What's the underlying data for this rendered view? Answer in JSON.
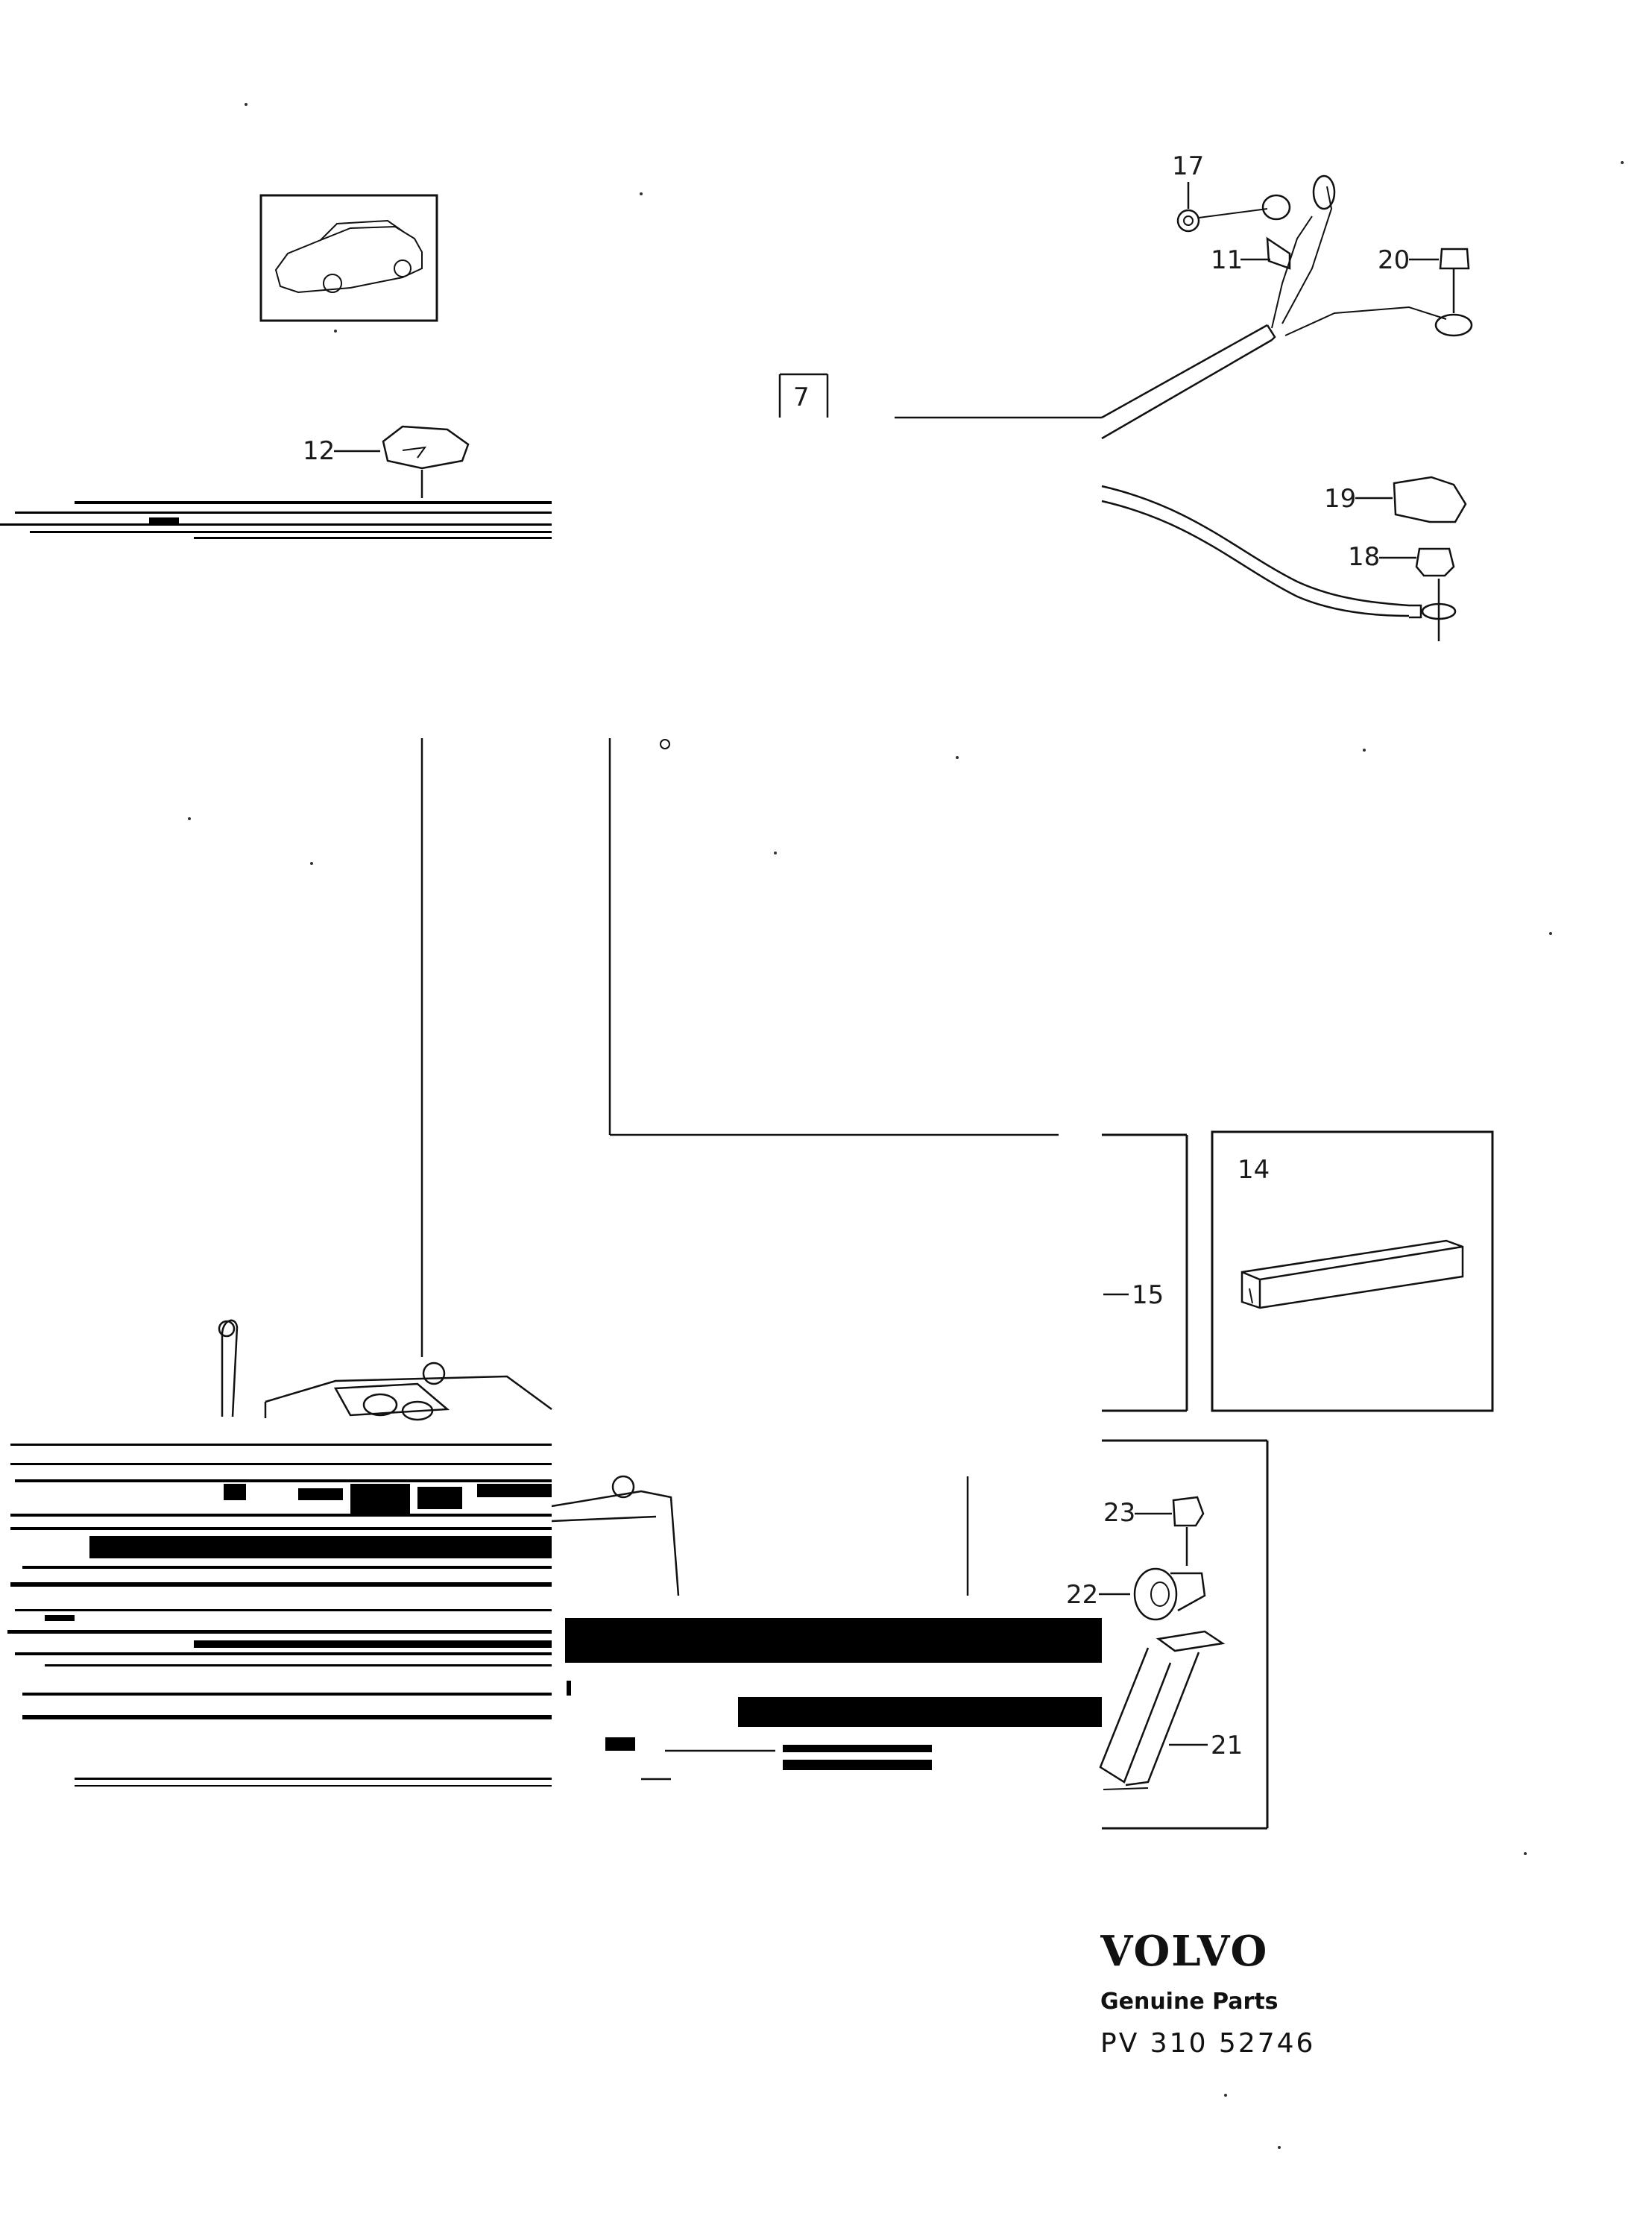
{
  "callouts": {
    "c7": "7",
    "c11": "11",
    "c12": "12",
    "c14": "14",
    "c15": "15",
    "c17": "17",
    "c18": "18",
    "c19": "19",
    "c20": "20",
    "c21": "21",
    "c22": "22",
    "c23": "23"
  },
  "footer": {
    "brand": "VOLVO",
    "subtitle": "Genuine Parts",
    "code": "PV 310 52746"
  }
}
